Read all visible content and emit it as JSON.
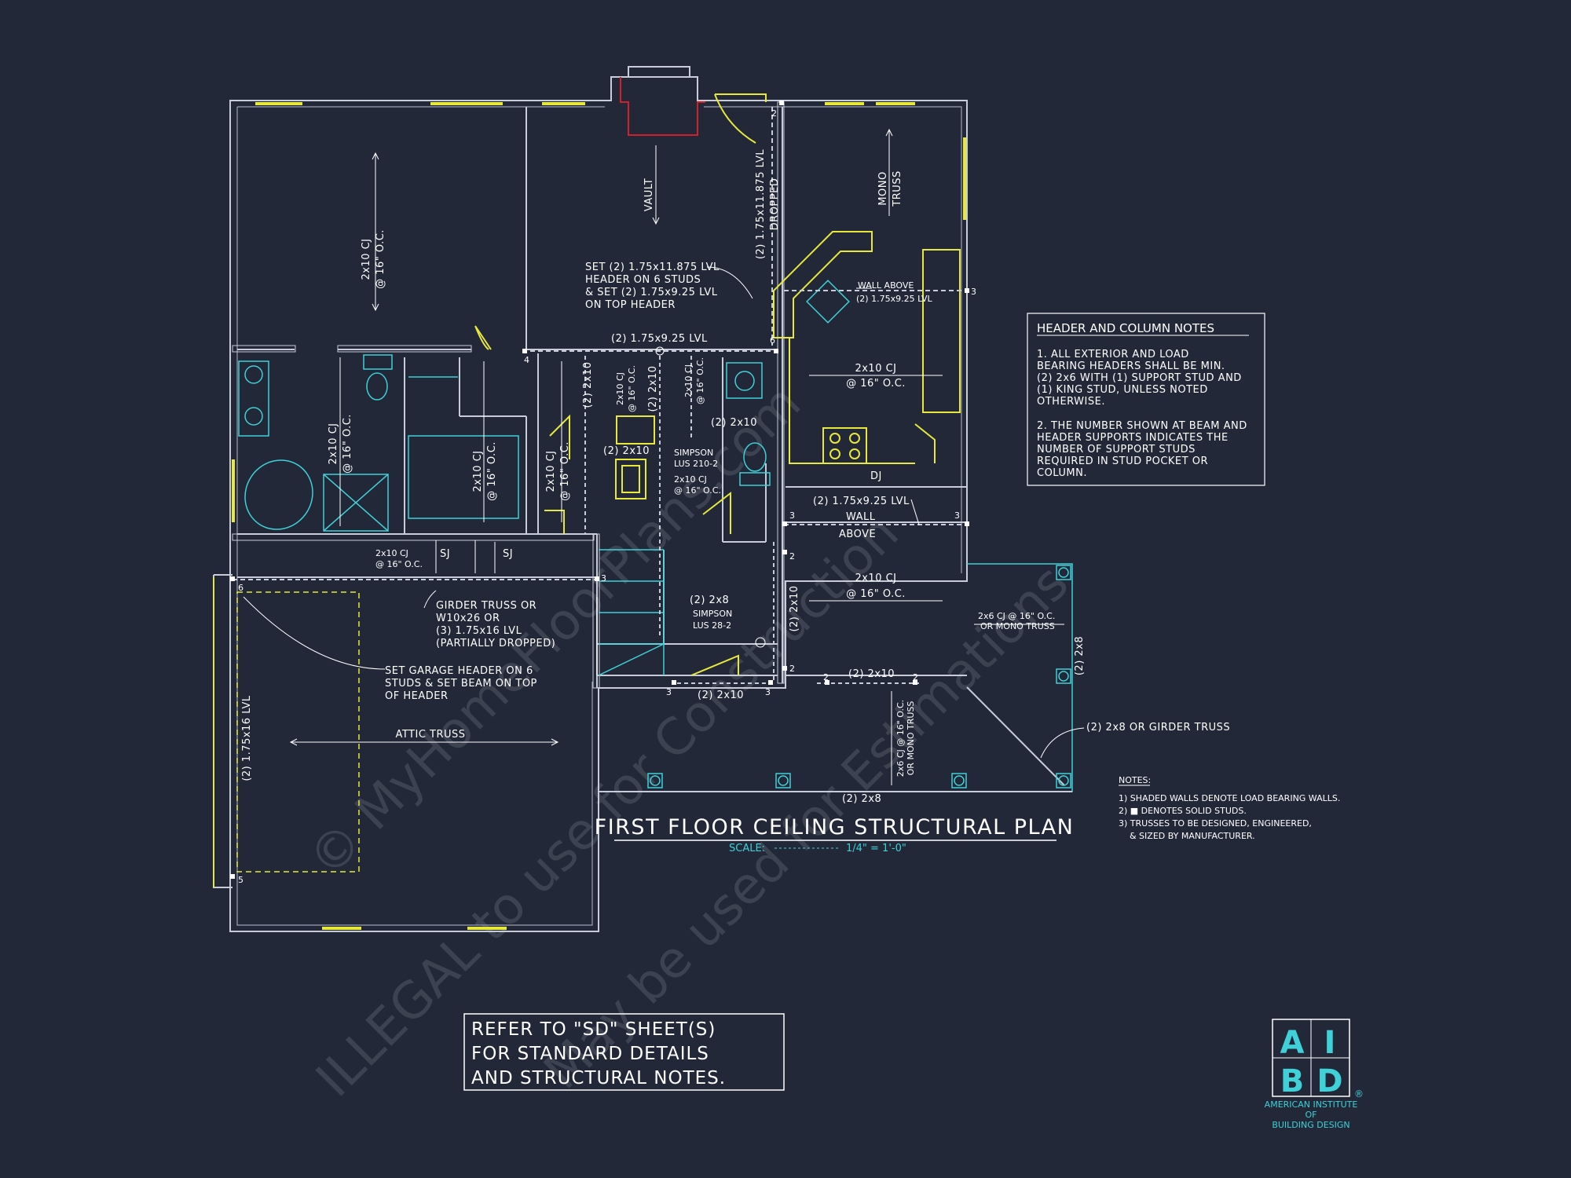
{
  "plan": {
    "title": "FIRST FLOOR CEILING STRUCTURAL PLAN",
    "scale_label": "SCALE:",
    "scale_value": "1/4\" = 1'-0\""
  },
  "header_column_notes": {
    "heading": "HEADER AND COLUMN NOTES",
    "lines": [
      "1. ALL EXTERIOR AND LOAD",
      "BEARING HEADERS SHALL BE MIN.",
      "(2) 2x6 WITH (1) SUPPORT STUD AND",
      "(1) KING STUD, UNLESS NOTED",
      "OTHERWISE.",
      "",
      "2. THE NUMBER SHOWN AT BEAM AND",
      "HEADER SUPPORTS INDICATES THE",
      "NUMBER OF SUPPORT STUDS",
      "REQUIRED IN STUD POCKET OR",
      "COLUMN."
    ]
  },
  "general_notes": {
    "heading": "NOTES:",
    "lines": [
      "1) SHADED WALLS DENOTE LOAD BEARING WALLS.",
      "2) ■ DENOTES SOLID STUDS.",
      "3) TRUSSES TO BE DESIGNED, ENGINEERED,",
      "    & SIZED BY MANUFACTURER."
    ]
  },
  "refer_box": {
    "lines": [
      "REFER TO \"SD\" SHEET(S)",
      "FOR STANDARD DETAILS",
      "AND STRUCTURAL NOTES."
    ]
  },
  "logo": {
    "letters": [
      "A",
      "I",
      "B",
      "D"
    ],
    "registered": "®",
    "name_lines": [
      "AMERICAN INSTITUTE",
      "OF",
      "BUILDING DESIGN"
    ]
  },
  "watermark": {
    "lines": [
      "© MyHomeFloorPlans.com",
      "ILLEGAL to use for Construction",
      "May be used for Estimations"
    ]
  },
  "labels": {
    "cj_left": [
      "2x10 CJ",
      "@ 16\" O.C."
    ],
    "vault": "VAULT",
    "mono_truss": [
      "MONO",
      "TRUSS"
    ],
    "lvl_dropped": [
      "(2) 1.75x11.875 LVL",
      "DROPPED"
    ],
    "set_header": [
      "SET (2) 1.75x11.875 LVL",
      "HEADER ON 6 STUDS",
      "& SET (2) 1.75x9.25 LVL",
      "ON TOP HEADER"
    ],
    "wall_above_top": "WALL ABOVE",
    "lvl_925_top": "(2) 1.75x9.25 LVL",
    "lvl_925_mid": "(2) 1.75x9.25 LVL",
    "cj_kitchen": [
      "2x10 CJ",
      "@ 16\" O.C."
    ],
    "cj_bath": [
      "2x10 CJ",
      "@ 16\" O.C."
    ],
    "cj_closet": [
      "2x10 CJ",
      "@ 16\" O.C."
    ],
    "cj_hall": [
      "2x10 CJ",
      "@ 16\" O.C."
    ],
    "two_2x10_a": "(2) 2x10",
    "cj_stair_a": [
      "2x10 CJ",
      "@ 16\" O.C."
    ],
    "two_2x10_b": "(2) 2x10",
    "cj_stair_b": [
      "2x10 CJ",
      "@ 16\" O.C."
    ],
    "two_2x10_c": "(2) 2x10",
    "two_2x10_d": "(2) 2x10",
    "simpson_210": [
      "SIMPSON",
      "LUS 210-2"
    ],
    "cj_small": [
      "2x10 CJ",
      "@ 16\" O.C."
    ],
    "dj": "DJ",
    "lvl_925_wall": "(2) 1.75x9.25 LVL",
    "wall": "WALL",
    "above": "ABOVE",
    "cj_family": [
      "2x10 CJ",
      "@ 16\" O.C."
    ],
    "cj_lower": [
      "2x10 CJ",
      "@ 16\" O.C."
    ],
    "sj_a": "SJ",
    "sj_b": "SJ",
    "girder_note": [
      "GIRDER TRUSS OR",
      "W10x26 OR",
      "(3) 1.75x16 LVL",
      "(PARTIALLY DROPPED)"
    ],
    "garage_header_note": [
      "SET GARAGE HEADER ON 6",
      "STUDS & SET BEAM ON TOP",
      "OF HEADER"
    ],
    "attic_truss": "ATTIC TRUSS",
    "garage_lvl": "(2) 1.75x16 LVL",
    "two_2x8_a": "(2) 2x8",
    "simpson_28": [
      "SIMPSON",
      "LUS 28-2"
    ],
    "two_2x10_vert": "(2) 2x10",
    "two_2x10_bottom": "(2) 2x10",
    "two_2x10_stair": "(2) 2x10",
    "porch_cj": [
      "2x6 CJ @ 16\" O.C.",
      "OR MONO TRUSS"
    ],
    "porch_cj_vert": [
      "2x6 CJ @ 16\" O.C.",
      "OR MONO TRUSS"
    ],
    "two_2x8_right": "(2) 2x8",
    "two_2x8_girder": "(2) 2x8 OR GIRDER TRUSS",
    "two_2x8_bottom": "(2) 2x8",
    "studs": [
      "2",
      "3",
      "6",
      "4",
      "3",
      "2",
      "2",
      "2",
      "2",
      "3",
      "3",
      "6",
      "5",
      "3",
      "3"
    ]
  },
  "colors": {
    "background": "#222838",
    "wall": "#c8ccd8",
    "beam": "#e8e83a",
    "fixture": "#3fd0d8",
    "fireplace": "#d0202a",
    "logo": "#3fd0d8"
  }
}
